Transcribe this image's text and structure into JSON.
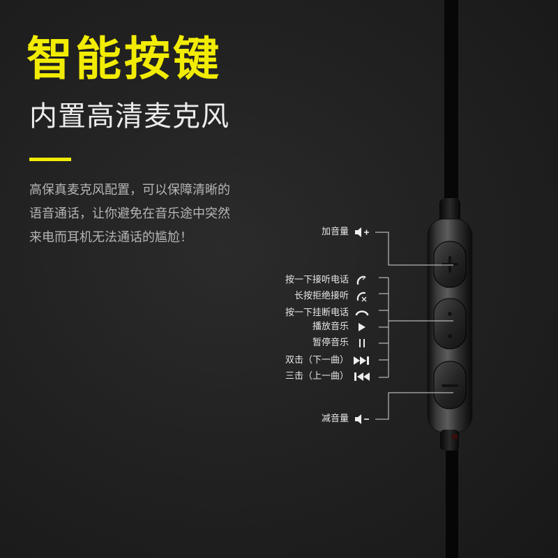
{
  "title": "智能按键",
  "subtitle": "内置高清麦克风",
  "description": [
    "高保真麦克风配置，可以保障清晰的",
    "语音通话，让你避免在音乐途中突然",
    "来电而耳机无法通话的尴尬！"
  ],
  "functions": {
    "volume_up": {
      "label": "加音量",
      "icon": "volume-up-icon"
    },
    "center_button": [
      {
        "label": "按一下接听电话",
        "icon": "answer-call-icon"
      },
      {
        "label": "长按拒绝接听",
        "icon": "reject-call-icon"
      },
      {
        "label": "按一下挂断电话",
        "icon": "hang-up-icon"
      },
      {
        "label": "播放音乐",
        "icon": "play-icon"
      },
      {
        "label": "暂停音乐",
        "icon": "pause-icon"
      },
      {
        "label": "双击（下一曲）",
        "icon": "next-track-icon"
      },
      {
        "label": "三击（上一曲）",
        "icon": "previous-track-icon"
      }
    ],
    "volume_down": {
      "label": "减音量",
      "icon": "volume-down-icon"
    }
  },
  "colors": {
    "accent": "#f2ec05",
    "background": "#222222",
    "text_light": "#ececec",
    "text_muted": "#b5b5b5"
  }
}
